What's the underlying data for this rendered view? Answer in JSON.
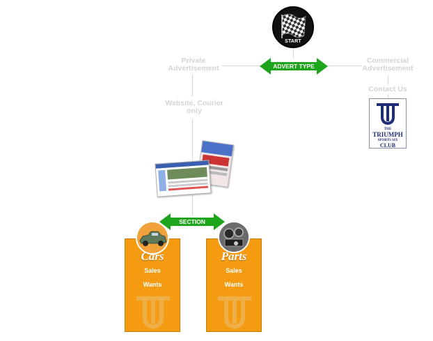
{
  "start": {
    "label": "START"
  },
  "advert_type": {
    "label": "ADVERT TYPE",
    "private": {
      "line1": "Private",
      "line2": "Advertisement"
    },
    "commercial": {
      "line1": "Commercial",
      "line2": "Advertisement"
    },
    "private_next": {
      "line1": "Website, Courier",
      "line2": "only"
    },
    "commercial_next": "Contact Us"
  },
  "logo": {
    "the": "THE",
    "name": "TRIUMPH",
    "sub": "SPORTS SIX",
    "club": "CLUB"
  },
  "section": {
    "label": "SECTION"
  },
  "cards": [
    {
      "title": "Cars",
      "links": [
        "Sales",
        "Wants"
      ]
    },
    {
      "title": "Parts",
      "links": [
        "Sales",
        "Wants"
      ]
    }
  ],
  "colors": {
    "arrow_green": "#1fa51c",
    "card_orange": "#f59b11",
    "faded_text": "#d4d4d4",
    "logo_navy": "#1f2d78"
  },
  "icons": {
    "start": "checkered-flag-icon",
    "card_watermark": "triumph-emblem-icon"
  }
}
